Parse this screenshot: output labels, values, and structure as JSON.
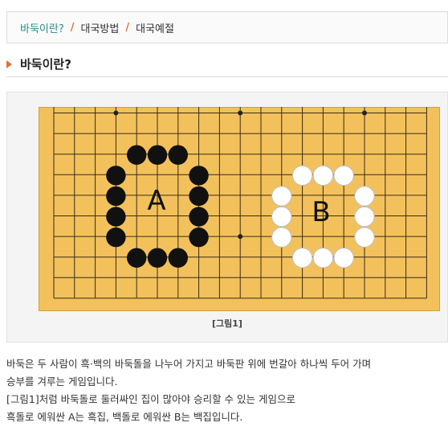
{
  "breadcrumb": {
    "items": [
      "바둑이란?",
      "대국방법",
      "대국예절"
    ],
    "separator": "/"
  },
  "section": {
    "title": "바둑이란?"
  },
  "figure": {
    "label_a": "A",
    "label_b": "B",
    "caption": "[그림1]",
    "colors": {
      "board": "#f3c15c",
      "board_edge": "#d79d37",
      "black_stone": "#111111",
      "white_stone": "#ffffff",
      "accent": "#e0703a",
      "link": "#2a8c8c"
    }
  },
  "description": {
    "lines": [
      "바둑은 두 사람이 흑·백의 바둑돌을 나누어 가지고 바둑판 위에 번갈아 하나씩 두어 가며",
      "승부를 겨루는 게임입니다.",
      "[그림1]처럼 바둑돌로 둘러싸인 집이 많아야 승리할 수 있는 게임으로",
      "흑돌로 에워싼 A는 흑집, 백돌로 에워싼 B는 백집입니다."
    ]
  }
}
